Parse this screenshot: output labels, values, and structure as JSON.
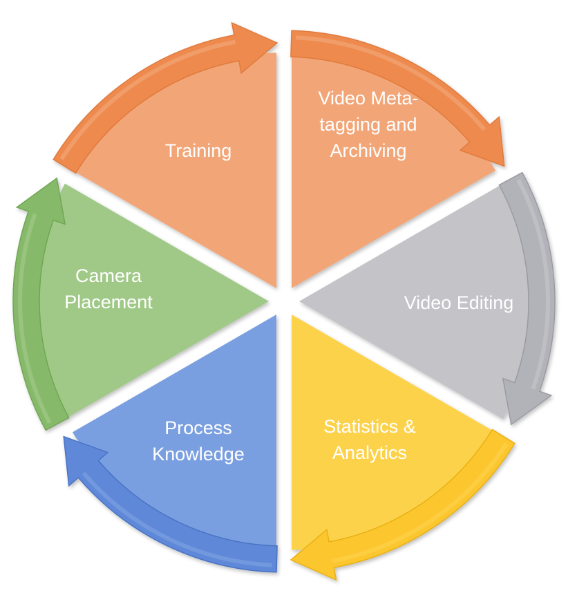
{
  "segments": [
    {
      "id": "training",
      "lines": [
        "Training"
      ],
      "color": "#F2A577",
      "arrow_color": "#EE8A4E",
      "edge_color": "#E07A3E"
    },
    {
      "id": "video-meta-tagging",
      "lines": [
        "Video Meta-",
        "tagging and",
        "Archiving"
      ],
      "color": "#F2A577",
      "arrow_color": "#EE8A4E",
      "edge_color": "#E07A3E"
    },
    {
      "id": "video-editing",
      "lines": [
        "Video Editing"
      ],
      "color": "#C3C3C8",
      "arrow_color": "#B2B3B9",
      "edge_color": "#9A9BA2"
    },
    {
      "id": "statistics-analytics",
      "lines": [
        "Statistics &",
        "Analytics"
      ],
      "color": "#FDD24C",
      "arrow_color": "#FCC72E",
      "edge_color": "#E8B014"
    },
    {
      "id": "process-knowledge",
      "lines": [
        "Process",
        "Knowledge"
      ],
      "color": "#7A9FE0",
      "arrow_color": "#5F88D8",
      "edge_color": "#4A73C4"
    },
    {
      "id": "camera-placement",
      "lines": [
        "Camera",
        "Placement"
      ],
      "color": "#A0C987",
      "arrow_color": "#86BA6A",
      "edge_color": "#6FA653"
    }
  ]
}
